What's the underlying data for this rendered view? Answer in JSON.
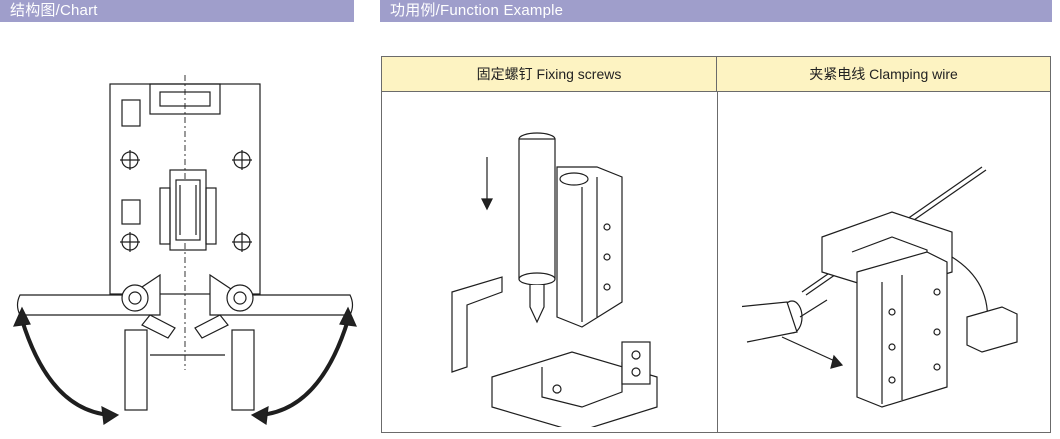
{
  "sections": {
    "chart_title": "结构图/Chart",
    "function_title": "功用例/Function Example"
  },
  "function_table": {
    "left_header": "固定螺钉 Fixing screws",
    "right_header": "夹紧电线 Clamping wire"
  },
  "colors": {
    "header_bar": "#9f9ecb",
    "table_header_bg": "#fdf3c2"
  }
}
